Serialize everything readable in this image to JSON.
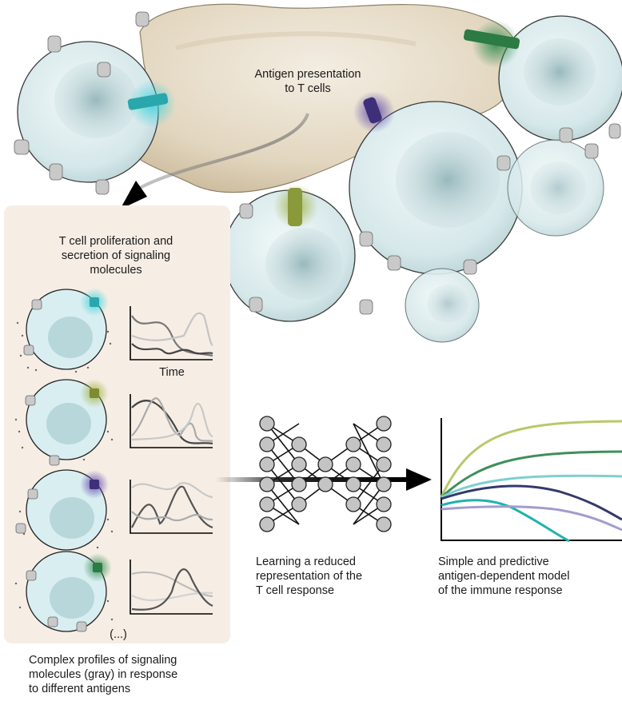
{
  "labels": {
    "antigen_presentation": "Antigen presentation\nto T cells",
    "proliferation": "T cell proliferation and\nsecretion of signaling\nmolecules",
    "time_axis": "Time",
    "ellipsis": "(...)",
    "complex_profiles": "Complex profiles of signaling\nmolecules (gray) in response\nto different antigens",
    "learning": "Learning a reduced\nrepresentation of the\nT cell response",
    "model": "Simple and predictive\nantigen-dependent model\nof the immune response"
  },
  "colors": {
    "apc_body": "#e3d8c4",
    "t_cell": "#dfeef0",
    "nucleus": "#a9c4c7",
    "panel_bg": "#f6eee5",
    "antigen_cyan": "#2bb5c0",
    "antigen_olive": "#8a9a3a",
    "antigen_purple": "#3d2f7a",
    "antigen_green": "#2c7a44",
    "node_fill": "#c4c4c4",
    "curve_lime": "#b8c96a",
    "curve_green": "#3f8f5a",
    "curve_lightteal": "#7fcfcf",
    "curve_navy": "#343a6a",
    "curve_teal": "#1fb2b0",
    "curve_lavender": "#a39ccd"
  }
}
